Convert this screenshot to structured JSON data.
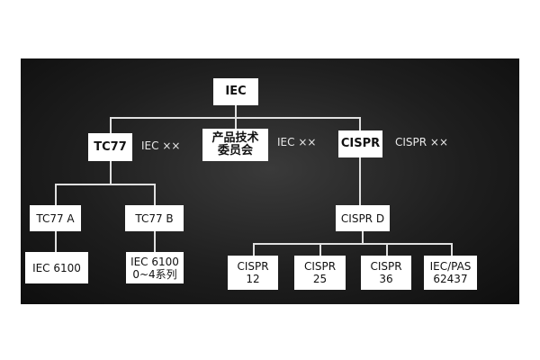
{
  "nodes": {
    "root": "IEC",
    "tc77": "TC77",
    "product_committee": "产品技术\n委员会",
    "cispr": "CISPR",
    "tc77a": "TC77 A",
    "tc77b": "TC77 B",
    "iec6100": "IEC 6100",
    "iec6100_series": "IEC 6100\n0~4系列",
    "cisprd": "CISPR D",
    "cispr12": "CISPR\n12",
    "cispr25": "CISPR\n25",
    "cispr36": "CISPR\n36",
    "iecpas": "IEC/PAS\n62437"
  },
  "labels": {
    "tc77_std": "IEC ××",
    "product_std": "IEC ××",
    "cispr_std": "CISPR ××"
  }
}
